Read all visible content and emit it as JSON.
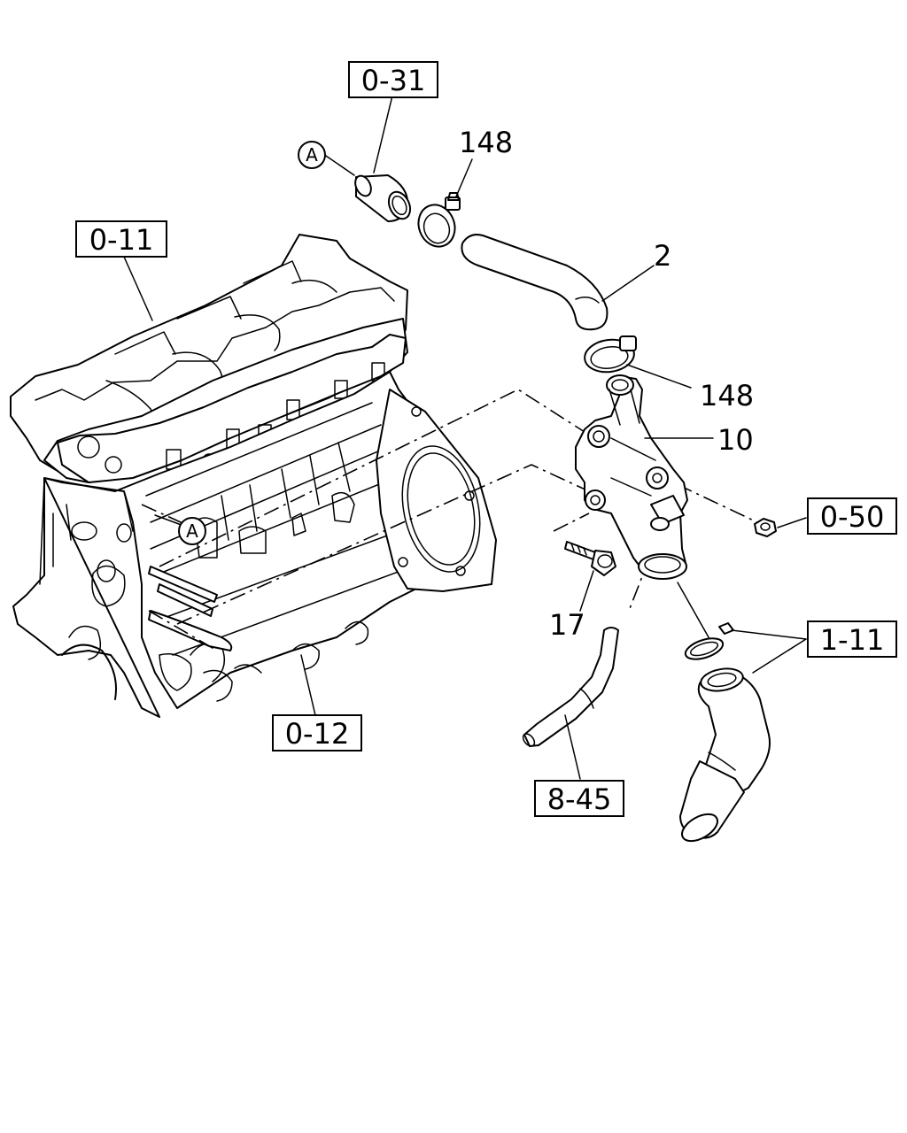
{
  "diagram": {
    "references": {
      "ref_0_31": "0-31",
      "ref_0_11": "0-11",
      "ref_0_50": "0-50",
      "ref_1_11": "1-11",
      "ref_0_12": "0-12",
      "ref_8_45": "8-45"
    },
    "parts": {
      "clamp_upper": "148",
      "hose": "2",
      "clamp_lower": "148",
      "thermostat_housing": "10",
      "bolt": "17"
    },
    "markers": {
      "marker_a_top": "A",
      "marker_a_block": "A"
    }
  }
}
